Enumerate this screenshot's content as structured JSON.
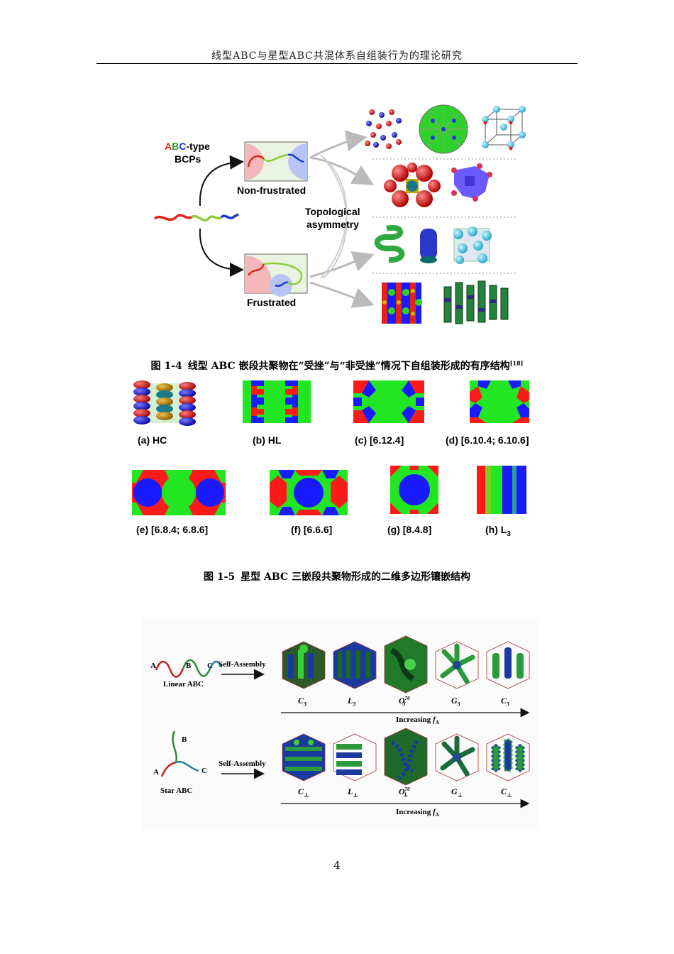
{
  "header": {
    "title": "线型ABC与星型ABC共混体系自组装行为的理论研究"
  },
  "figure_1_4": {
    "caption_number": "图 1-4",
    "caption_text": "线型 ABC 嵌段共聚物在“受挫”与“非受挫”情况下自组装形成的有序结构",
    "caption_ref": "[18]",
    "abc_letters": [
      "A",
      "B",
      "C"
    ],
    "abc_suffix": "-type",
    "bcps_label": "BCPs",
    "non_frustrated_label": "Non-frustrated",
    "frustrated_label": "Frustrated",
    "topological_line1": "Topological",
    "topological_line2": "asymmetry",
    "colors": {
      "A": "#e0241d",
      "B": "#2b9a2b",
      "C": "#1c3bd0"
    }
  },
  "figure_1_5": {
    "caption_number": "图 1-5",
    "caption_text": "星型 ABC 三嵌段共聚物形成的二维多边形镶嵌结构",
    "panels": [
      {
        "label": "(a) HC"
      },
      {
        "label": "(b) HL"
      },
      {
        "label": "(c) [6.12.4]"
      },
      {
        "label": "(d) [6.10.4; 6.10.6]"
      },
      {
        "label": "(e) [6.8.4; 6.8.6]"
      },
      {
        "label": "(f) [6.6.6]"
      },
      {
        "label": "(g) [8.4.8]"
      },
      {
        "label": "(h) L",
        "subscript": "3"
      }
    ],
    "colors": {
      "A": "#ff1a1a",
      "B": "#22e622",
      "C": "#1a1aff"
    }
  },
  "figure_1_6": {
    "linear": {
      "letters": [
        "A",
        "B",
        "C"
      ],
      "title": "Linear ABC",
      "arrow_label": "Self-Assembly",
      "phases": [
        {
          "main": "C",
          "sub": "3"
        },
        {
          "main": "L",
          "sub": "3"
        },
        {
          "main": "O",
          "sub": "3",
          "sup": "70"
        },
        {
          "main": "G",
          "sub": "3"
        },
        {
          "main": "C",
          "sub": "3"
        }
      ],
      "axis_label": "Increasing",
      "axis_var": "f",
      "axis_var_sub": "A"
    },
    "star": {
      "letters": [
        "A",
        "B",
        "C"
      ],
      "title": "Star ABC",
      "arrow_label": "Self-Assembly",
      "phases": [
        {
          "main": "C",
          "sub": "⊥"
        },
        {
          "main": "L",
          "sub": "⊥"
        },
        {
          "main": "O",
          "sub": "⊥",
          "sup": "70"
        },
        {
          "main": "G",
          "sub": "⊥"
        },
        {
          "main": "C",
          "sub": "⊥"
        }
      ],
      "axis_label": "Increasing",
      "axis_var": "f",
      "axis_var_sub": "A"
    }
  },
  "page_number": "4"
}
